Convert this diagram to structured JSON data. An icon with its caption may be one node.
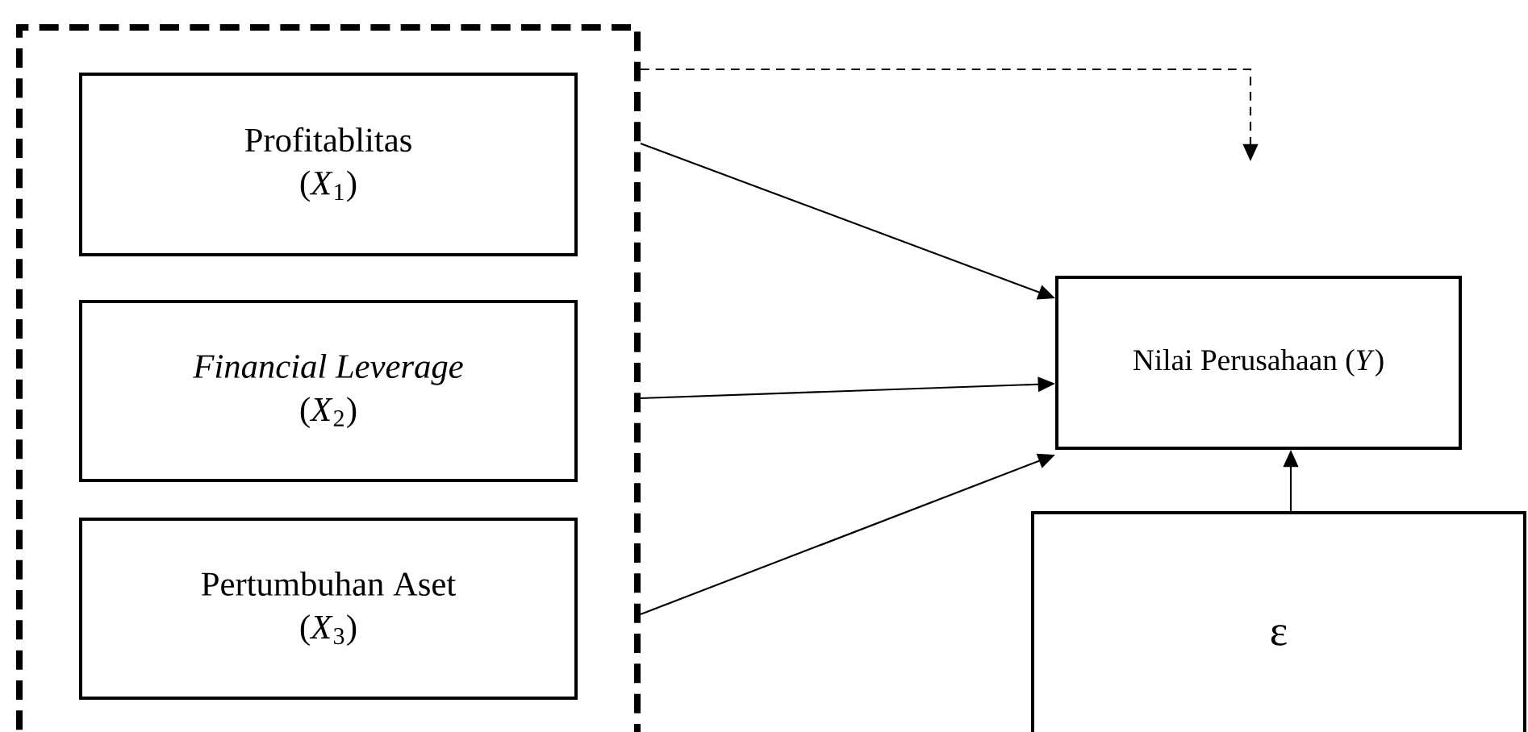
{
  "diagram": {
    "nodes": [
      {
        "text": [],
        "shape": "box"
      },
      {
        "text": [
          "Profitablitas",
          "(*X*$_{1}$)"
        ],
        "in": 0
      },
      {
        "text": [
          "Financial Leverage",
          "(*X*$_{2}$)"
        ],
        "in": 0
      },
      {
        "text": [
          "Pertumbuhan Aset",
          "(*X*$_{3}$)"
        ],
        "in": 0
      },
      {
        "text": [
          "Nilai Perusahaan (*Y*)"
        ]
      },
      {
        "text": [
          "ε"
        ]
      }
    ],
    "edges": [
      {
        "from": 1,
        "to": 4,
        "arrow": "to"
      },
      {
        "from": 2,
        "to": 4,
        "arrow": "to"
      },
      {
        "from": 3,
        "to": 4,
        "arrow": "to"
      },
      {
        "from": 0,
        "to": null,
        "arrow": "to",
        "style": "dashed"
      },
      {
        "from": 5,
        "to": 4,
        "arrow": "to"
      }
    ]
  }
}
